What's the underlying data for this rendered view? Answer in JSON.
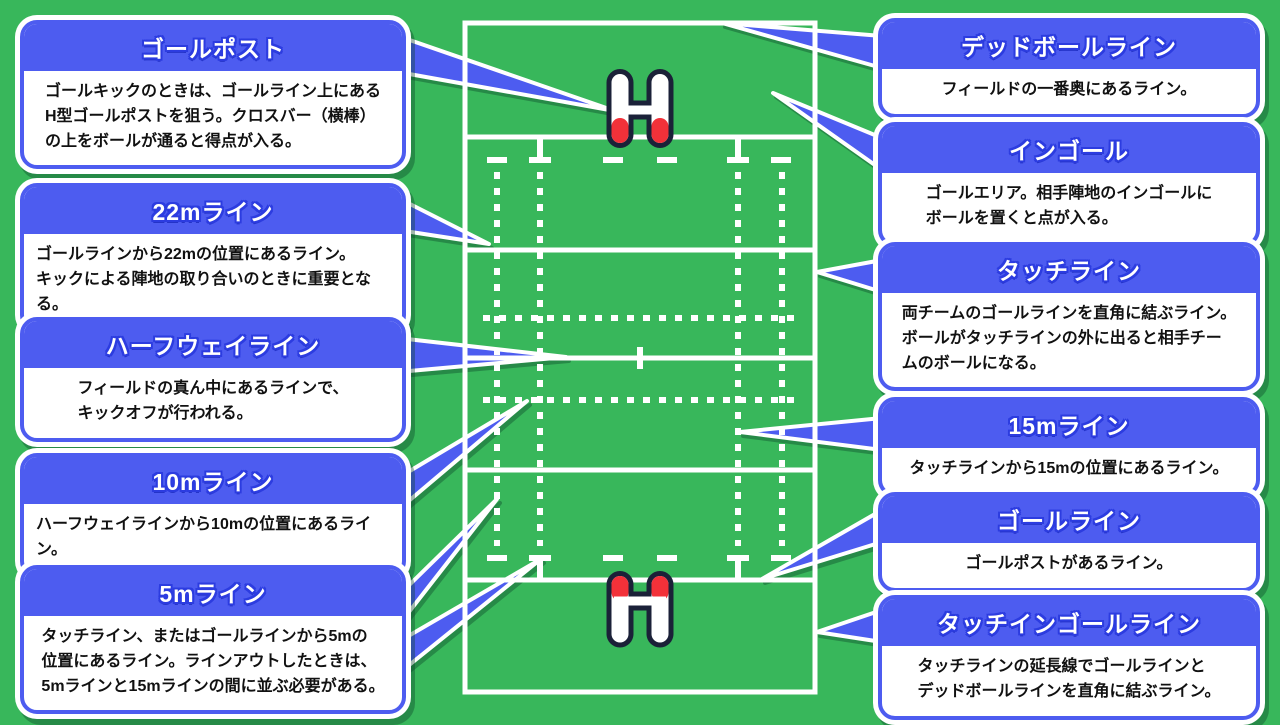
{
  "colors": {
    "background_green": "#38b75b",
    "callout_blue": "#4d5cf0",
    "title_outline_blue": "#2c3ce0",
    "field_line_white": "#ffffff",
    "goalpost_red": "#f23139",
    "goalpost_outline_navy": "#1b2138",
    "body_text": "#111111"
  },
  "callouts": {
    "left": [
      {
        "title": "ゴールポスト",
        "body": "ゴールキックのときは、ゴールライン上にある\nH型ゴールポストを狙う。クロスバー（横棒）\nの上をボールが通ると得点が入る。"
      },
      {
        "title": "22mライン",
        "body": "ゴールラインから22mの位置にあるライン。\nキックによる陣地の取り合いのときに重要となる。"
      },
      {
        "title": "ハーフウェイライン",
        "body": "フィールドの真ん中にあるラインで、\nキックオフが行われる。"
      },
      {
        "title": "10mライン",
        "body": "ハーフウェイラインから10mの位置にあるライン。"
      },
      {
        "title": "5mライン",
        "body": "タッチライン、またはゴールラインから5mの\n位置にあるライン。ラインアウトしたときは、\n5mラインと15mラインの間に並ぶ必要がある。"
      }
    ],
    "right": [
      {
        "title": "デッドボールライン",
        "body": "フィールドの一番奥にあるライン。"
      },
      {
        "title": "インゴール",
        "body": "ゴールエリア。相手陣地のインゴールに\nボールを置くと点が入る。"
      },
      {
        "title": "タッチライン",
        "body": "両チームのゴールラインを直角に結ぶライン。\nボールがタッチラインの外に出ると相手チー\nムのボールになる。"
      },
      {
        "title": "15mライン",
        "body": "タッチラインから15mの位置にあるライン。"
      },
      {
        "title": "ゴールライン",
        "body": "ゴールポストがあるライン。"
      },
      {
        "title": "タッチインゴールライン",
        "body": "タッチラインの延長線でゴールラインと\nデッドボールラインを直角に結ぶライン。"
      }
    ]
  }
}
